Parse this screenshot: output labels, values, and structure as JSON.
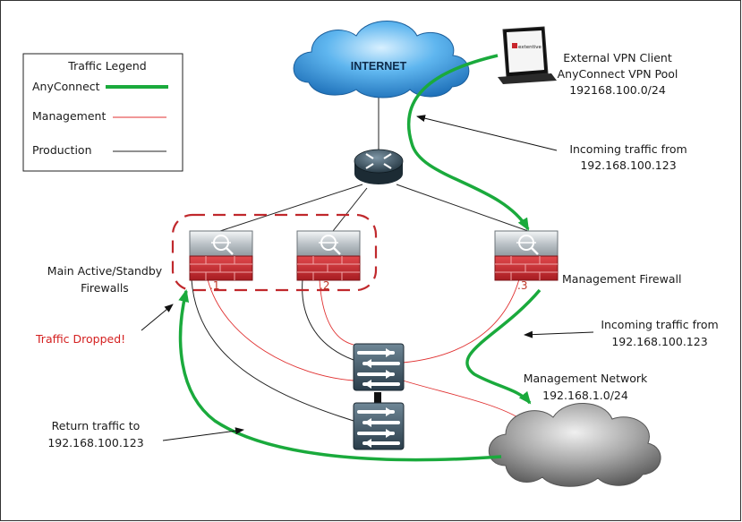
{
  "internet_label": "INTERNET",
  "legend": {
    "title": "Traffic Legend",
    "items": [
      {
        "label": "AnyConnect",
        "color": "#1aaa3c"
      },
      {
        "label": "Management",
        "color": "#e03030"
      },
      {
        "label": "Production",
        "color": "#222222"
      }
    ]
  },
  "vpn_client": {
    "line1": "External VPN Client",
    "line2": "AnyConnect VPN Pool",
    "line3": "192168.100.0/24",
    "laptop_brand": "extentive"
  },
  "incoming_top": {
    "line1": "Incoming traffic from",
    "line2": "192.168.100.123"
  },
  "main_firewalls": {
    "line1": "Main Active/Standby",
    "line2": "Firewalls"
  },
  "traffic_dropped": "Traffic Dropped!",
  "management_firewall": "Management Firewall",
  "incoming_mid": {
    "line1": "Incoming traffic from",
    "line2": "192.168.100.123"
  },
  "management_network": {
    "line1": "Management Network",
    "line2": "192.168.1.0/24"
  },
  "return_traffic": {
    "line1": "Return traffic to",
    "line2": "192.168.100.123"
  },
  "ports": {
    "fw1": ".1",
    "fw2": ".2",
    "fw3": ".3"
  },
  "colors": {
    "anyconnect": "#1aaa3c",
    "management": "#e03030",
    "production": "#222222",
    "firewall_red": "#c8262c",
    "cluster_outline": "#c0282c",
    "cloud_blue": "#2d8fd6",
    "cloud_gray": "#8a8a8a"
  }
}
